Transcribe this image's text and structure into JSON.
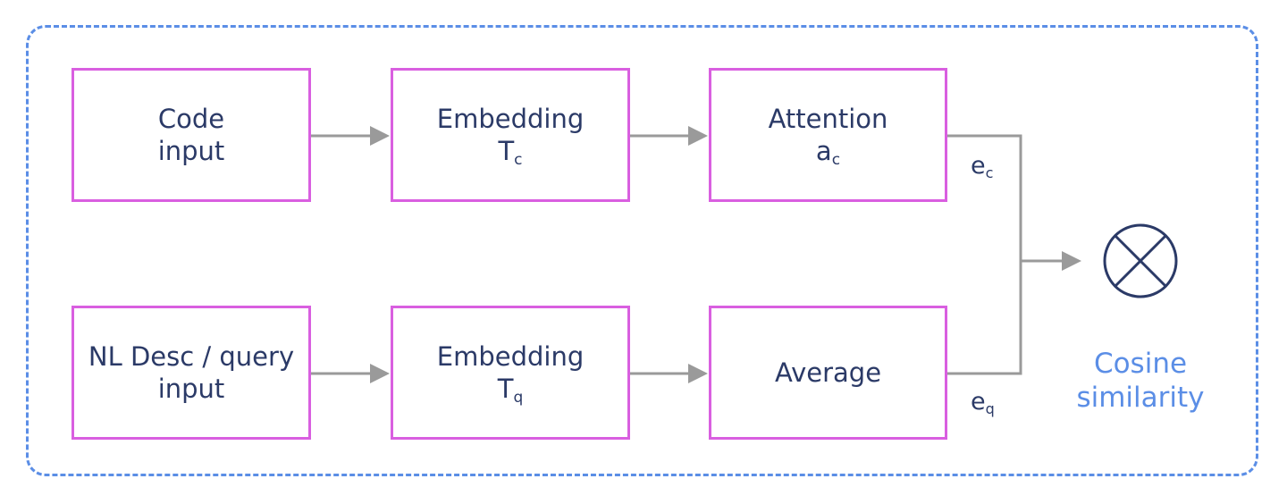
{
  "boxes": {
    "code_input": {
      "line1": "Code",
      "line2": "input"
    },
    "embedding_c": {
      "line1": "Embedding",
      "symbol": "T",
      "subscript": "c"
    },
    "attention": {
      "line1": "Attention",
      "symbol": "a",
      "subscript": "c"
    },
    "nl_input": {
      "line1": "NL Desc / query",
      "line2": "input"
    },
    "embedding_q": {
      "line1": "Embedding",
      "symbol": "T",
      "subscript": "q"
    },
    "average": {
      "line1": "Average"
    }
  },
  "edge_labels": {
    "ec": {
      "symbol": "e",
      "subscript": "c"
    },
    "eq": {
      "symbol": "e",
      "subscript": "q"
    }
  },
  "cosine": {
    "line1": "Cosine",
    "line2": "similarity"
  },
  "colors": {
    "frame": "#5b8ee6",
    "box_border": "#d95fe0",
    "arrow": "#9a9a9a",
    "text": "#2b3a67",
    "accent_text": "#5b8ee6"
  },
  "icons": {
    "combine": "circle-x-icon"
  }
}
